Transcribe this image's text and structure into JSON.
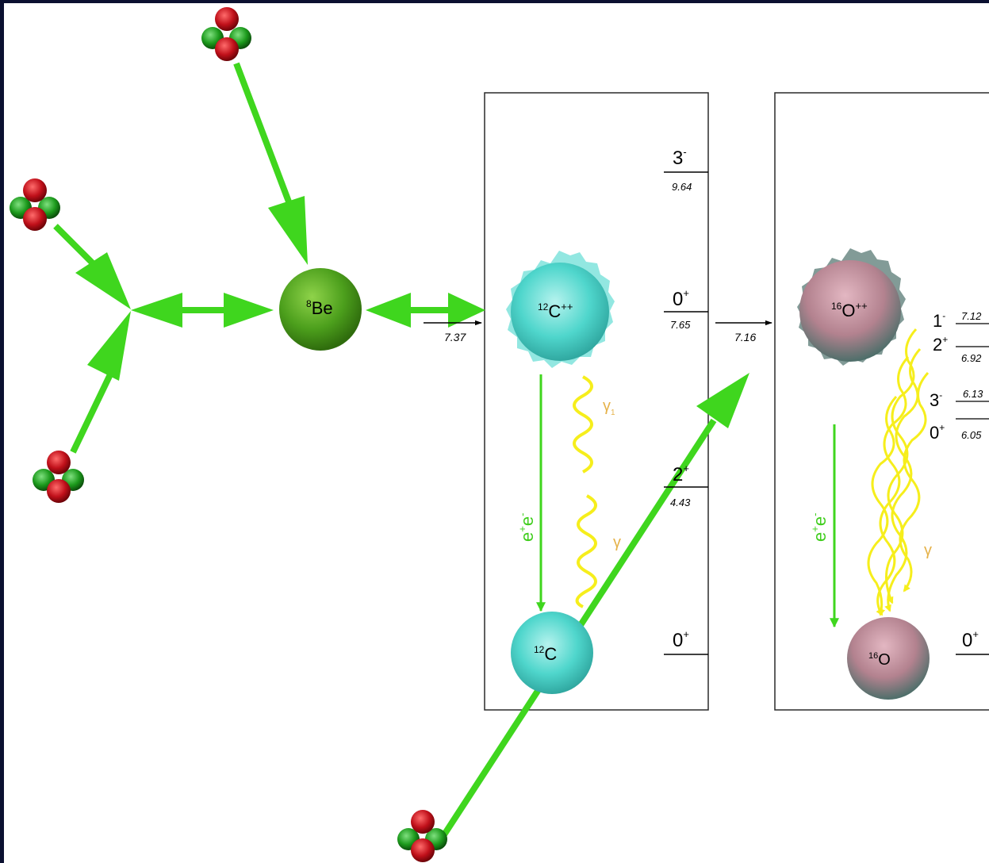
{
  "colors": {
    "green_arrow": "#3fd61e",
    "alpha_red": "#c0101a",
    "alpha_green": "#1c9a1c",
    "be8": "#4c9f1c",
    "c12": "#4fd6cc",
    "o16": "#b3828f",
    "gamma": "#f6ee1c",
    "gamma_label": "#e5b24a",
    "pair_label": "#3fcd1c",
    "frame_border": "#2a2a2a",
    "space_bg": "#0b1030"
  },
  "nuclei": {
    "be8": {
      "mass": "8",
      "symbol": "Be"
    },
    "c12_excited": {
      "mass": "12",
      "symbol": "C",
      "charge": "++"
    },
    "c12_ground": {
      "mass": "12",
      "symbol": "C"
    },
    "o16_excited": {
      "mass": "16",
      "symbol": "O",
      "charge": "++"
    },
    "o16_ground": {
      "mass": "16",
      "symbol": "O"
    }
  },
  "thresholds": {
    "be8_to_c12": "7.37",
    "c12_to_o16": "7.16"
  },
  "carbon_levels": [
    {
      "spin": "3",
      "parity": "-",
      "energy": "9.64"
    },
    {
      "spin": "0",
      "parity": "+",
      "energy": "7.65"
    },
    {
      "spin": "2",
      "parity": "+",
      "energy": "4.43"
    },
    {
      "spin": "0",
      "parity": "+",
      "energy": ""
    }
  ],
  "oxygen_levels": [
    {
      "spin": "1",
      "parity": "-",
      "energy": "7.12"
    },
    {
      "spin": "2",
      "parity": "+",
      "energy": "6.92"
    },
    {
      "spin": "3",
      "parity": "-",
      "energy": "6.13"
    },
    {
      "spin": "0",
      "parity": "+",
      "energy": "6.05"
    },
    {
      "spin": "0",
      "parity": "+",
      "energy": ""
    }
  ],
  "decays": {
    "pair_carbon": {
      "e1": "e",
      "s1": "+",
      "e2": "e",
      "s2": "-"
    },
    "pair_oxygen": {
      "e1": "e",
      "s1": "+",
      "e2": "e",
      "s2": "-"
    },
    "gamma_c1": {
      "symbol": "γ",
      "sub": "1"
    },
    "gamma_c2": {
      "symbol": "γ"
    },
    "gamma_o": {
      "symbol": "γ"
    }
  }
}
